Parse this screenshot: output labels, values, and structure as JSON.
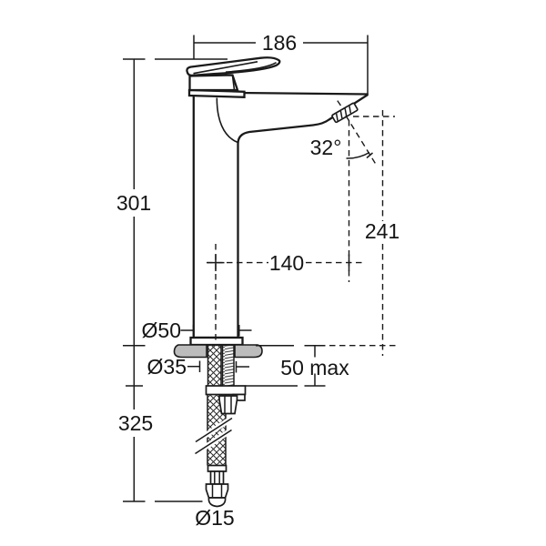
{
  "drawing": {
    "dimensions": {
      "spout_width": "186",
      "height_above_deck": "301",
      "spout_angle": "32°",
      "outlet_height": "241",
      "spout_reach": "140",
      "base_diameter": "Ø50",
      "hole_diameter": "Ø35",
      "deck_thickness_max": "50 max",
      "hose_length": "325",
      "hose_connection_diameter": "Ø15"
    },
    "colors": {
      "line": "#1a1a1a",
      "flange_fill": "#bcbcbc",
      "background": "#ffffff"
    }
  }
}
